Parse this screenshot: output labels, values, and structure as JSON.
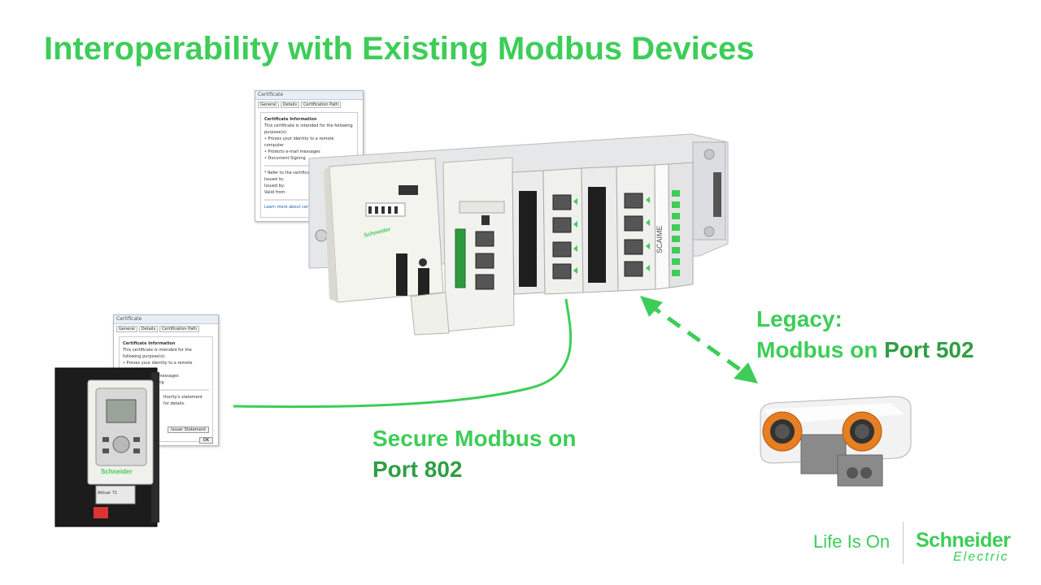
{
  "slide": {
    "title": "Interoperability with Existing Modbus Devices",
    "legacy": {
      "line1": "Legacy:",
      "line2_prefix": "Modbus on ",
      "line2_port": "Port 502"
    },
    "secure": {
      "line1": "Secure Modbus on",
      "line2": "Port 802"
    },
    "colors": {
      "accent": "#3dcd58",
      "grey": "#626469",
      "dark_green": "#2f9e44"
    }
  },
  "footer": {
    "tagline": "Life Is On",
    "logo_line1": "Schneider",
    "logo_line2": "Electric"
  },
  "certificates": {
    "top": {
      "window_title": "Certificate",
      "tabs": [
        "General",
        "Details",
        "Certification Path"
      ],
      "heading": "Certificate Information",
      "purpose": "This certificate is intended for the following purpose(s):",
      "items": [
        "• Proves your identity to a remote computer",
        "• Protects e-mail messages",
        "• Document Signing"
      ],
      "note": "* Refer to the certification authori",
      "issued_to": "Issued to:",
      "issued_by": "Issued by:",
      "valid_from": "Valid from:",
      "learn_more": "Learn more about certificates"
    },
    "bottom": {
      "window_title": "Certificate",
      "tabs": [
        "General",
        "Details",
        "Certification Path"
      ],
      "heading": "Certificate Information",
      "purpose": "This certificate is intended for the following purpose(s):",
      "items": [
        "• Proves your identity to a remote computer",
        "• Protects e-mail messages",
        "• Document Signing"
      ],
      "note": "thority's statement for details.",
      "button": "Issuer Statement",
      "ok": "OK"
    }
  },
  "devices": {
    "drive_brand": "Schneider",
    "drive_model": "Altivar 71",
    "plc_brand": "Schneider",
    "scaime": "SCAIME"
  }
}
